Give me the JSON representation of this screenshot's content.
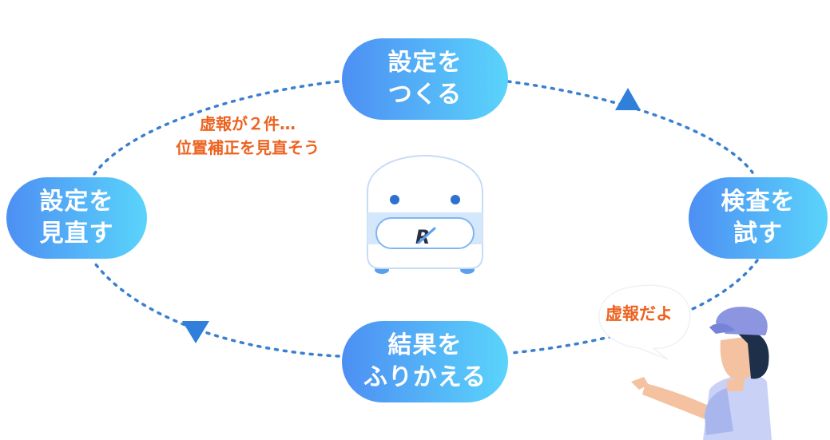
{
  "cycle": {
    "top": {
      "line1": "設定を",
      "line2": "つくる"
    },
    "right": {
      "line1": "検査を",
      "line2": "試す"
    },
    "bottom": {
      "line1": "結果を",
      "line2": "ふりかえる"
    },
    "left": {
      "line1": "設定を",
      "line2": "見直す"
    }
  },
  "notes": {
    "robot_remark_line1": "虚報が２件…",
    "robot_remark_line2": "位置補正を見直そう",
    "person_remark": "虚報だよ"
  },
  "colors": {
    "node_gradient_start": "#4d8ff3",
    "node_gradient_end": "#5ad4fb",
    "dotted_path": "#3a7fd0",
    "arrow": "#2f7fdb",
    "note_text": "#ec6320"
  },
  "icons": {
    "robot": "robot-icon",
    "robot_logo": "r-logo-icon",
    "person": "person-icon",
    "arrows": [
      "triangle-up-icon",
      "triangle-down-icon"
    ]
  }
}
